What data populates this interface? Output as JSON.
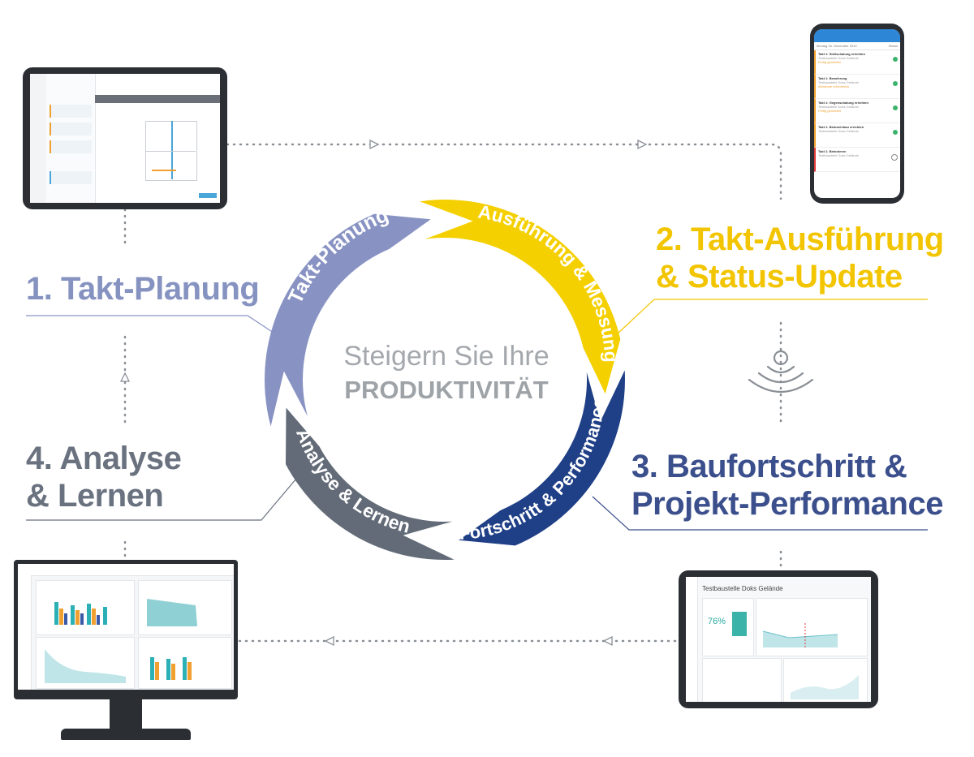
{
  "diagram": {
    "center": {
      "line1": "Steigern Sie Ihre",
      "line2": "PRODUKTIVITÄT"
    },
    "ring": [
      {
        "label": "Takt-Planung",
        "color": "#8893c3"
      },
      {
        "label": "Ausführung & Messung",
        "color": "#f5d000"
      },
      {
        "label": "Fortschritt & Performance",
        "color": "#1f3f86"
      },
      {
        "label": "Analyse & Lernen",
        "color": "#626b77"
      }
    ],
    "steps": {
      "step1": "1. Takt-Planung",
      "step2_line1": "2. Takt-Ausführung",
      "step2_line2": "& Status-Update",
      "step3_line1": "3. Baufortschritt &",
      "step3_line2": "Projekt-Performance",
      "step4_line1": "4. Analyse",
      "step4_line2": "& Lernen"
    }
  },
  "phone": {
    "date": "Montag 16. Dezember 2019",
    "status_label": "Status",
    "items": [
      {
        "title": "Takt 1: Stellschalung errichten",
        "sub": "Testbaustelle Doks Gelände",
        "status": "Fertig gemeldet"
      },
      {
        "title": "Takt 1: Bewehrung",
        "sub": "Testbaustelle Doks Gelände",
        "status": "Abnahme erforderlich"
      },
      {
        "title": "Takt 1: Gegenschalung errichten",
        "sub": "Testbaustelle Doks Gelände",
        "status": "Fertig gemeldet"
      },
      {
        "title": "Takt 1: Betoneinbau errichten",
        "sub": "Testbaustelle Doks Gelände",
        "status": ""
      },
      {
        "title": "Takt 1: Betonieren",
        "sub": "Testbaustelle Doks Gelände",
        "status": ""
      }
    ]
  },
  "tablet_right": {
    "title": "Testbaustelle Doks Gelände",
    "percent": "76%"
  }
}
